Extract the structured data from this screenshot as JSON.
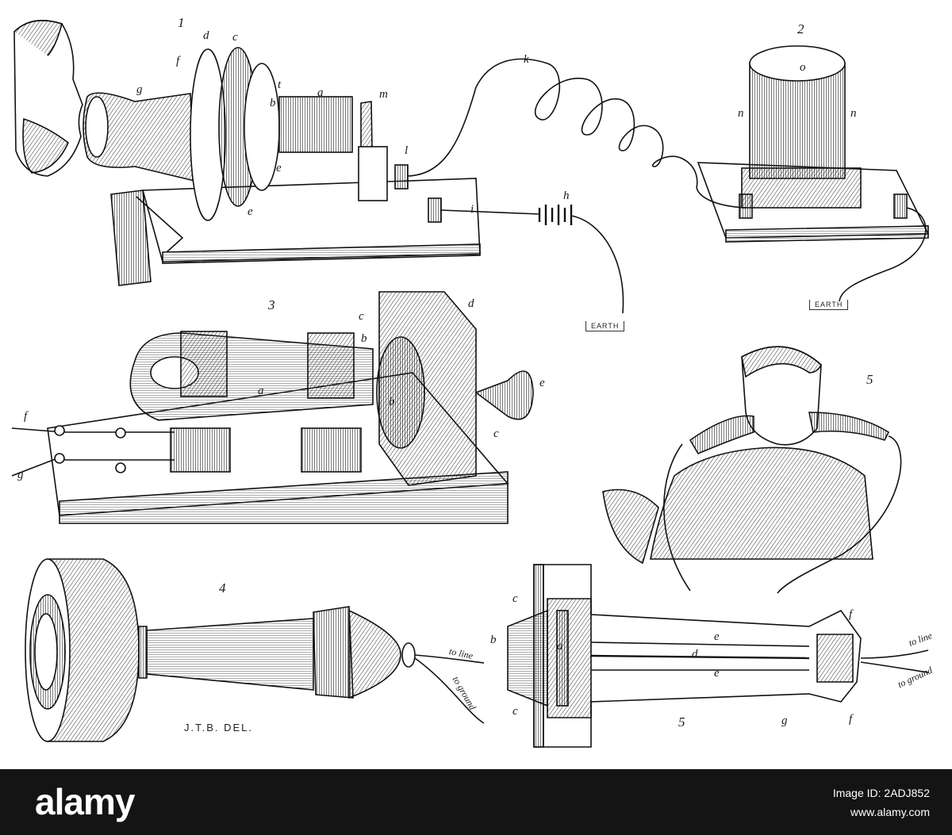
{
  "figure_numbers": [
    "1",
    "2",
    "3",
    "4",
    "5",
    "5"
  ],
  "labels": {
    "fig1": [
      "d",
      "c",
      "f",
      "g",
      "t",
      "b",
      "a",
      "m",
      "l",
      "e",
      "e",
      "i",
      "h",
      "k"
    ],
    "fig2": [
      "o",
      "n",
      "n"
    ],
    "fig3": [
      "d",
      "c",
      "b",
      "b",
      "a",
      "f",
      "g",
      "e",
      "c"
    ],
    "fig5": [
      "c",
      "b",
      "a",
      "c",
      "e",
      "d",
      "e",
      "f",
      "g",
      "f"
    ]
  },
  "earth_tags": [
    "EARTH",
    "EARTH"
  ],
  "wire_text": {
    "fig4_line": "to line",
    "fig4_ground": "to ground",
    "fig5_line": "to line",
    "fig5_ground": "to ground"
  },
  "artist_credit": "J.T.B. DEL.",
  "watermark": {
    "brand": "alamy",
    "image_id": "Image ID: 2ADJ852",
    "site": "www.alamy.com"
  }
}
